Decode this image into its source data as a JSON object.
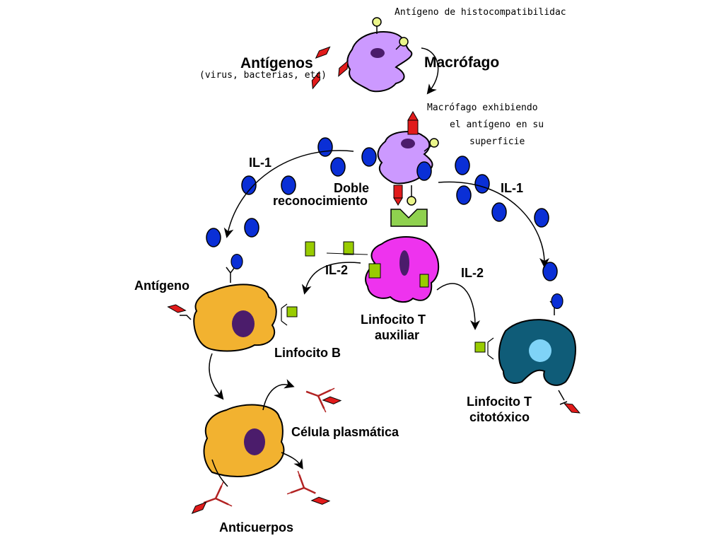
{
  "labels": {
    "histocompatibility_antigen": "Antígeno de histocompatibilidac",
    "antigens": "Antígenos",
    "antigens_examples": "(virus, bacterias, etc)",
    "macrophage": "Macrófago",
    "macrophage_display_line1": "Macrófago exhibiendo",
    "macrophage_display_line2": "el antígeno en su",
    "macrophage_display_line3": "superficie",
    "il1_left": "IL-1",
    "il1_right": "IL-1",
    "double_recognition_line1": "Doble",
    "double_recognition_line2": "reconocimiento",
    "il2_left": "IL-2",
    "il2_right": "IL-2",
    "antigen": "Antígeno",
    "helper_t_line1": "Linfocito T",
    "helper_t_line2": "auxiliar",
    "b_lymphocyte": "Linfocito B",
    "cytotoxic_t_line1": "Linfocito T",
    "cytotoxic_t_line2": "citotóxico",
    "plasma_cell": "Célula plasmática",
    "antibodies": "Anticuerpos"
  },
  "colors": {
    "macrophage": "#cc99ff",
    "nucleus_dark": "#4b1c6b",
    "antigen_red": "#e11b1b",
    "il1_blue": "#0a2fd6",
    "il2_green": "#99cc00",
    "hla_yellow": "#eaf58a",
    "helper_t": "#ee33ee",
    "b_cell": "#f2b230",
    "cytotoxic_t": "#0f5c78",
    "cytotoxic_nucleus": "#7fd3f7",
    "antibody": "#b22222"
  }
}
